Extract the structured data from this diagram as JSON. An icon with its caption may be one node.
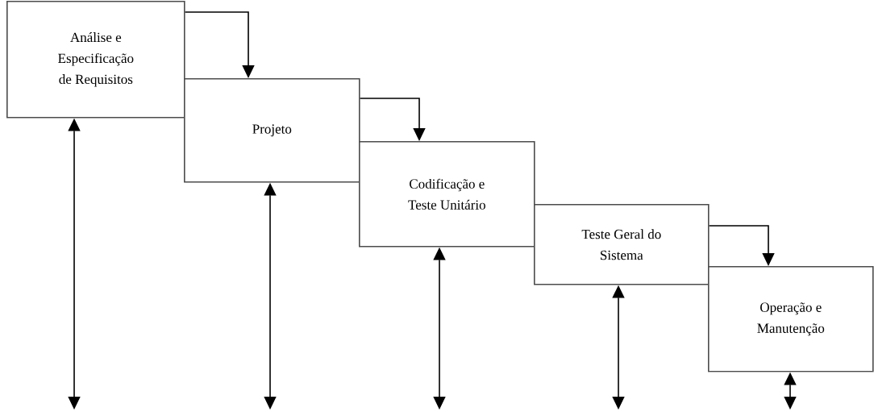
{
  "diagram": {
    "nodes": [
      {
        "text": [
          "Análise e Especificação de Requisitos"
        ]
      },
      {
        "text": [
          "Projeto"
        ]
      },
      {
        "text": [
          "Codificação e Teste Unitário"
        ]
      },
      {
        "text": [
          "Teste Geral do Sistema"
        ]
      },
      {
        "text": [
          "Operação e Manutenção"
        ]
      }
    ],
    "edges": [
      {
        "from": 0,
        "to": 1,
        "arrow": "to"
      },
      {
        "from": 1,
        "to": 2,
        "arrow": "to"
      },
      {
        "from": 3,
        "to": 4,
        "arrow": "to"
      },
      {
        "from": 0,
        "to": null,
        "arrow": "both"
      },
      {
        "from": 1,
        "to": null,
        "arrow": "both"
      },
      {
        "from": 2,
        "to": null,
        "arrow": "both"
      },
      {
        "from": 3,
        "to": null,
        "arrow": "both"
      },
      {
        "from": 4,
        "to": null,
        "arrow": "both"
      }
    ]
  }
}
